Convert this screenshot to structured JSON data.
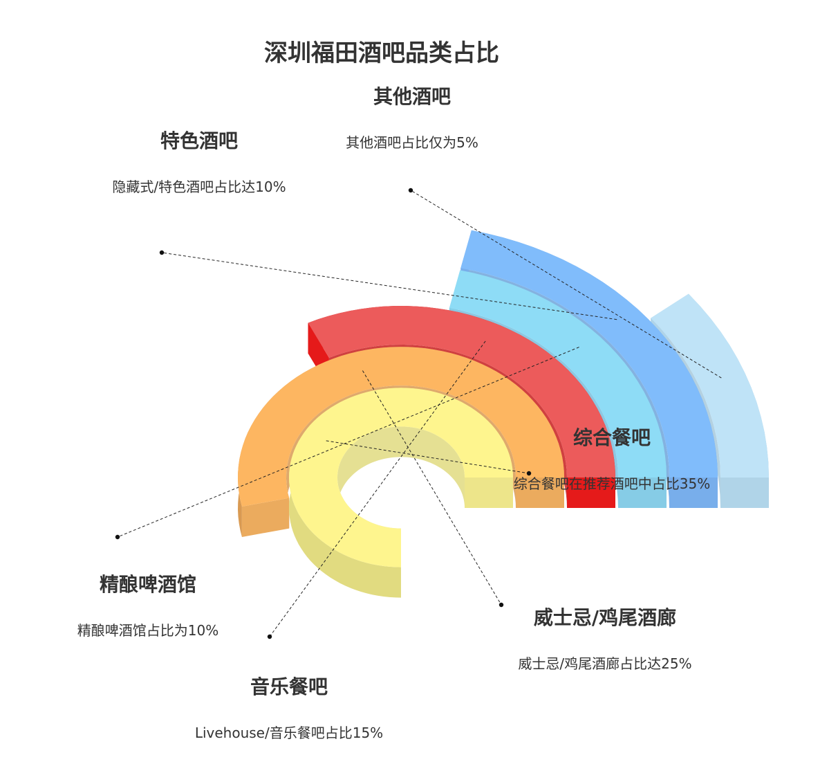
{
  "chart_data": {
    "type": "pie",
    "title": "深圳福田酒吧品类占比",
    "unit": "%",
    "slices": [
      {
        "name": "综合餐吧",
        "value": 35,
        "description": "综合餐吧在推荐酒吧中占比35%",
        "color": "#FEF58E",
        "side": "#E1DB80",
        "end": "#EDE58A"
      },
      {
        "name": "威士忌/鸡尾酒廊",
        "value": 25,
        "description": "威士忌/鸡尾酒廊占比达25%",
        "color": "#FDB661",
        "side": "#D99A52",
        "end": "#EBAB5E"
      },
      {
        "name": "音乐餐吧",
        "value": 15,
        "description": "Livehouse/音乐餐吧占比15%",
        "color": "#EC5B5B",
        "side": "#C81E1E",
        "end": "#E51A1A"
      },
      {
        "name": "精酿啤酒馆",
        "value": 10,
        "description": "精酿啤酒馆占比为10%",
        "color": "#8EDCF6",
        "side": "#78BEDD",
        "end": "#86CCE6"
      },
      {
        "name": "特色酒吧",
        "value": 10,
        "description": "隐藏式/特色酒吧占比达10%",
        "color": "#80BCFB",
        "side": "#6FA4DB",
        "end": "#78AEEB"
      },
      {
        "name": "其他酒吧",
        "value": 5,
        "description": "其他酒吧占比仅为5%",
        "color": "#BFE3F7",
        "side": "#A7C9DC",
        "end": "#B0D4E8"
      }
    ]
  }
}
